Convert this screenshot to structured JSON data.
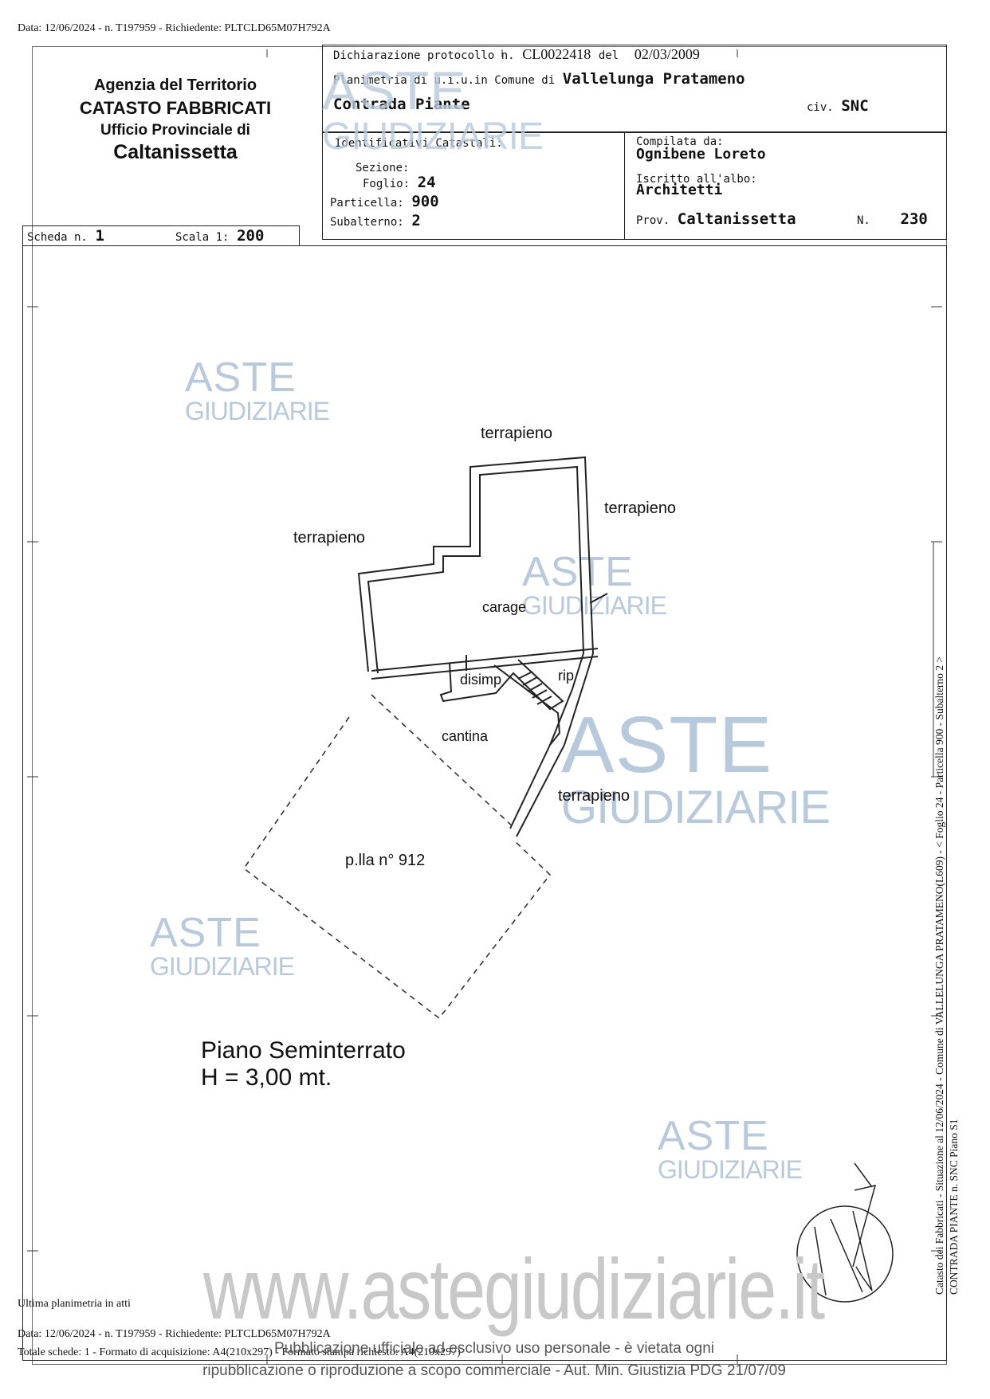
{
  "top_info": "Data: 12/06/2024 - n. T197959 - Richiedente: PLTCLD65M07H792A",
  "agency": {
    "line1": "Agenzia del Territorio",
    "line2": "CATASTO FABBRICATI",
    "line3": "Ufficio Provinciale di",
    "line4": "Caltanissetta"
  },
  "header": {
    "protocollo_label": "Dichiarazione protocollo n.",
    "protocollo_value": "CL0022418",
    "del_label": "del",
    "del_value": "02/03/2009",
    "planimetria_label": "Planimetria di u.i.u.in Comune di",
    "comune_value": "Vallelunga Pratameno",
    "address_value": "Contrada Piante",
    "civ_label": "civ.",
    "civ_value": "SNC"
  },
  "identificativi": {
    "title": "Identificativi Catastali:",
    "sezione_label": "Sezione:",
    "sezione_value": "",
    "foglio_label": "Foglio:",
    "foglio_value": "24",
    "particella_label": "Particella:",
    "particella_value": "900",
    "subalterno_label": "Subalterno:",
    "subalterno_value": "2"
  },
  "compilata": {
    "label": "Compilata da:",
    "name": "Ognibene Loreto",
    "albo_label": "Iscritto all'albo:",
    "albo_value": "Architetti",
    "prov_label": "Prov.",
    "prov_value": "Caltanissetta",
    "n_label": "N.",
    "n_value": "230"
  },
  "scheda": {
    "label": "Scheda n.",
    "value": "1",
    "scala_label": "Scala 1:",
    "scala_value": "200"
  },
  "plan_labels": {
    "terrapieno_top": "terrapieno",
    "terrapieno_right": "terrapieno",
    "terrapieno_left": "terrapieno",
    "terrapieno_bottom": "terrapieno",
    "carage": "carage",
    "disimp": "disimp",
    "rip": "rip",
    "cantina": "cantina",
    "plla": "p.lla n° 912"
  },
  "floor": {
    "name": "Piano Seminterrato",
    "height": "H = 3,00 mt."
  },
  "watermark": {
    "aste": "ASTE",
    "giudiziarie": "GIUDIZIARIE",
    "site": "www.astegiudiziarie.it"
  },
  "side_text": {
    "line1": "Catasto dei Fabbricati - Situazione al 12/06/2024 - Comune di VALLELUNGA PRATAMENO(L609) - < Foglio 24 - Particella 900 - Subalterno 2 >",
    "line2": "CONTRADA PIANTE n. SNC Piano S1"
  },
  "footer": {
    "ultima": "Ultima planimetria in atti",
    "data": "Data: 12/06/2024 - n. T197959 - Richiedente: PLTCLD65M07H792A",
    "totale": "Totale schede: 1 - Formato di acquisizione: A4(210x297) - Formato stampa richiesto: A4(210x297)",
    "notice1": "Pubblicazione ufficiale ad esclusivo uso personale - è vietata ogni",
    "notice2": "ripubblicazione o riproduzione a scopo commerciale - Aut. Min. Giustizia PDG 21/07/09"
  }
}
